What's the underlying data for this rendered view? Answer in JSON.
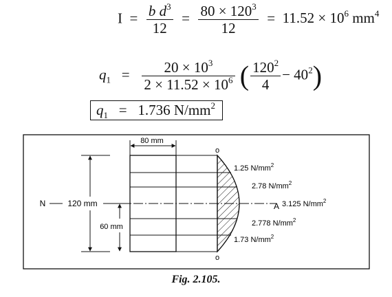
{
  "equations": {
    "inertia": {
      "symbol": "I",
      "eq1": "=",
      "frac1_num_b": "b",
      "frac1_num_d": "d",
      "frac1_num_exp": "3",
      "frac1_den": "12",
      "eq2": "=",
      "frac2_num": "80 × 120",
      "frac2_num_exp": "3",
      "frac2_den": "12",
      "eq3": "=",
      "result": "11.52 × 10",
      "result_exp": "6",
      "result_unit": "mm",
      "result_unit_exp": "4"
    },
    "q1_expr": {
      "symbol": "q",
      "subscript": "1",
      "eq": "=",
      "num": "20 × 10",
      "num_exp": "3",
      "den": "2 × 11.52 × 10",
      "den_exp": "6",
      "open_paren": "(",
      "inner_num": "120",
      "inner_num_exp": "2",
      "inner_den": "4",
      "minus_term": "− 40",
      "minus_term_exp": "2",
      "close_paren": ")"
    },
    "q1_result": {
      "symbol": "q",
      "subscript": "1",
      "eq": "=",
      "value": "1.736 N/mm",
      "value_exp": "2"
    }
  },
  "diagram": {
    "width_label": "80 mm",
    "depth_label": "120 mm",
    "half_depth_label": "60 mm",
    "neutral_axis_label": "N",
    "point_A_label": "A",
    "top_label": "o",
    "bottom_label": "o",
    "stress_labels": [
      "1.25 N/mm",
      "2.78 N/mm",
      "3.125 N/mm",
      "2.778 N/mm",
      "1.73 N/mm"
    ],
    "stress_exp": "2"
  },
  "caption": "Fig. 2.105."
}
